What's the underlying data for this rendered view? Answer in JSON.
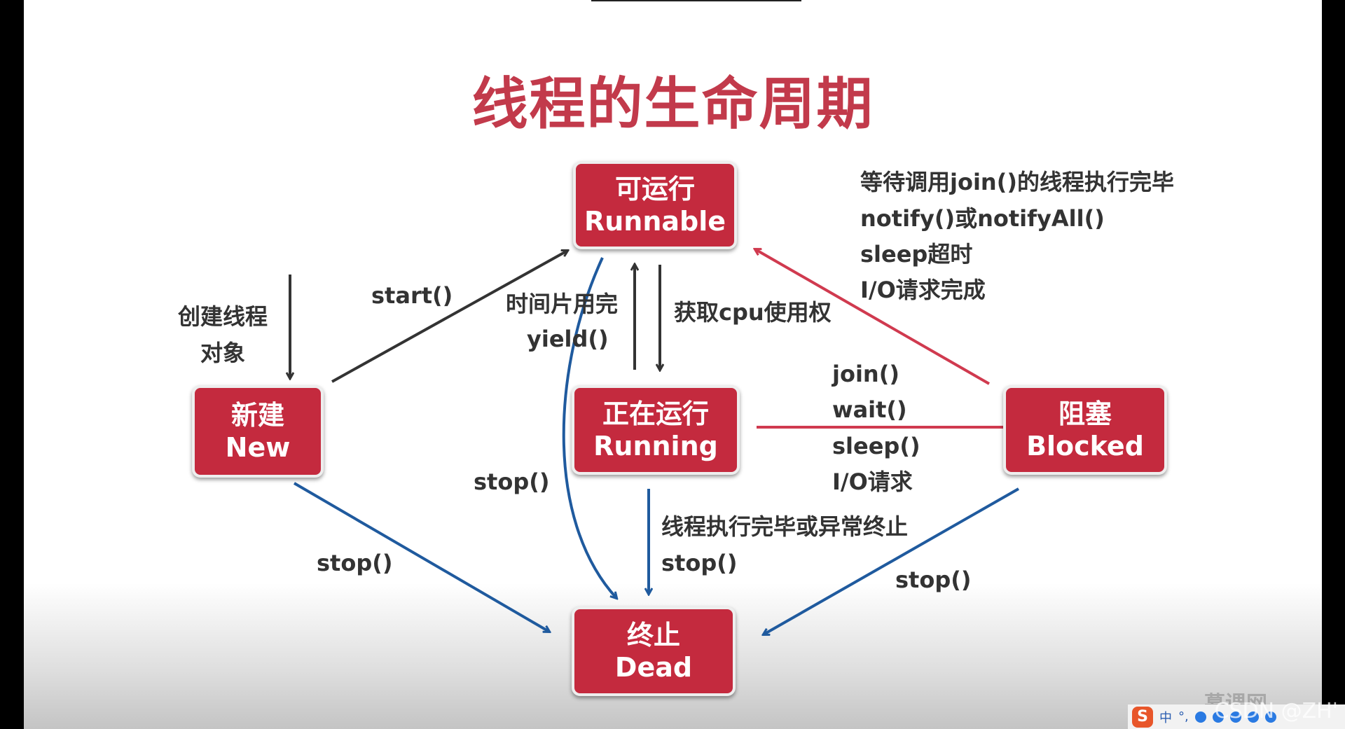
{
  "title": "线程的生命周期",
  "states": {
    "runnable": {
      "cn": "可运行",
      "en": "Runnable"
    },
    "new": {
      "cn": "新建",
      "en": "New"
    },
    "running": {
      "cn": "正在运行",
      "en": "Running"
    },
    "blocked": {
      "cn": "阻塞",
      "en": "Blocked"
    },
    "dead": {
      "cn": "终止",
      "en": "Dead"
    }
  },
  "labels": {
    "create_1": "创建线程",
    "create_2": "对象",
    "start": "start()",
    "timeslice_1": "时间片用完",
    "timeslice_2": "yield()",
    "get_cpu": "获取cpu使用权",
    "wakeup_1": "等待调用join()的线程执行完毕",
    "wakeup_2": "notify()或notifyAll()",
    "wakeup_3": "sleep超时",
    "wakeup_4": "I/O请求完成",
    "block_1": "join()",
    "block_2": "wait()",
    "block_3": "sleep()",
    "block_4": "I/O请求",
    "finish_1": "线程执行完毕或异常终止",
    "finish_2": "stop()",
    "stop_runnable": "stop()",
    "stop_new": "stop()",
    "stop_blocked": "stop()"
  },
  "colors": {
    "box": "#c42a3e",
    "title": "#c23a4b",
    "arrow_dark": "#333333",
    "arrow_red": "#d03a4f",
    "arrow_blue": "#1f5a9e"
  },
  "watermark": "慕课网",
  "csdn": "CSDN @ZH'",
  "tray": {
    "ime": "中",
    "punct": "°,"
  }
}
